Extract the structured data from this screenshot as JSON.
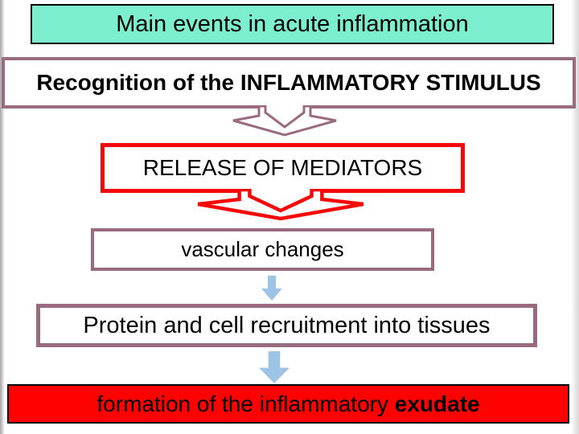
{
  "slide": {
    "title": "Main events in acute inflammation",
    "steps": [
      {
        "id": "recognition",
        "text": "Recognition of the INFLAMMATORY STIMULUS"
      },
      {
        "id": "release",
        "text": "RELEASE OF MEDIATORS"
      },
      {
        "id": "vascular",
        "text": "vascular changes"
      },
      {
        "id": "protein",
        "text": "Protein and cell recruitment into tissues"
      },
      {
        "id": "exudate",
        "prefix": "formation of the inflammatory ",
        "emphasis": "exudate"
      }
    ],
    "connectors": [
      {
        "id": "chevron-plum",
        "type": "hollow-chevron-down",
        "color": "#9a6b80"
      },
      {
        "id": "chevron-red",
        "type": "hollow-chevron-down",
        "color": "#f50808"
      },
      {
        "id": "block-arrow-1",
        "type": "solid-block-arrow-down",
        "color": "#9dc3e6"
      },
      {
        "id": "block-arrow-2",
        "type": "solid-block-arrow-down",
        "color": "#9dc3e6"
      }
    ],
    "colors": {
      "title_fill": "#7cf0ce",
      "plum_border": "#9a6b80",
      "red_border": "#f50808",
      "red_fill": "#fe0202",
      "blue_arrow": "#9dc3e6",
      "text": "#000000",
      "box_fill": "#ffffff"
    }
  }
}
